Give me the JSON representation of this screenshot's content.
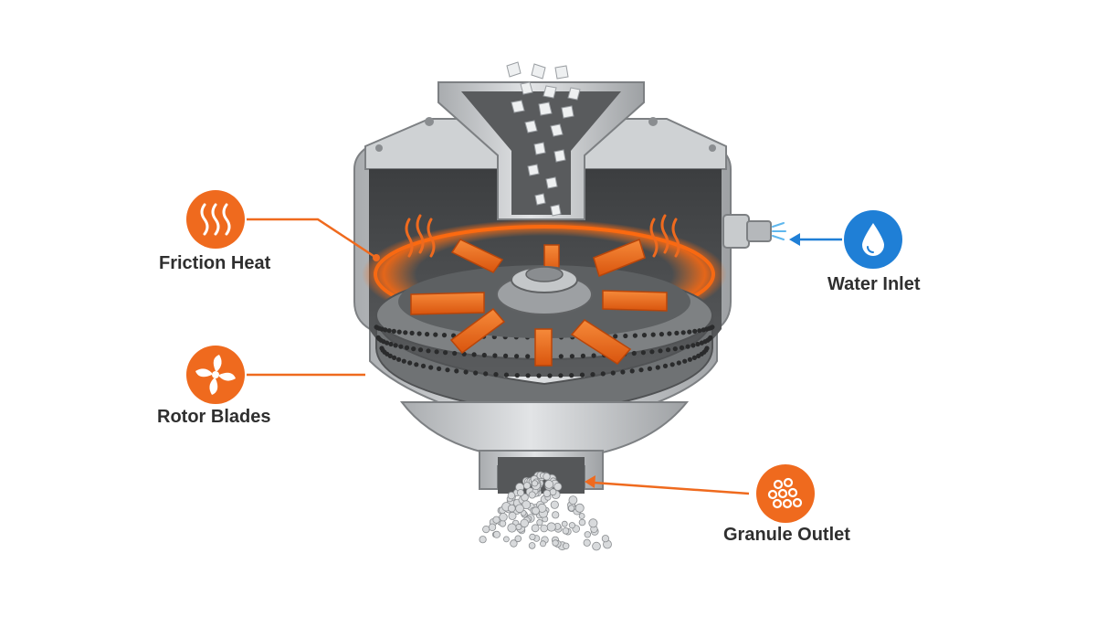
{
  "labels": {
    "friction_heat": "Friction Heat",
    "rotor_blades": "Rotor Blades",
    "water_inlet": "Water Inlet",
    "granule_outlet": "Granule Outlet"
  },
  "icons": {
    "friction_heat": "heat-waves-icon",
    "rotor_blades": "fan-icon",
    "water_inlet": "water-drop-icon",
    "granule_outlet": "granules-icon"
  },
  "colors": {
    "accent_orange": "#ef6a1e",
    "accent_blue": "#1f7fd6",
    "metal": "#b9bcbf",
    "chamber_dark": "#4a4c4e"
  }
}
